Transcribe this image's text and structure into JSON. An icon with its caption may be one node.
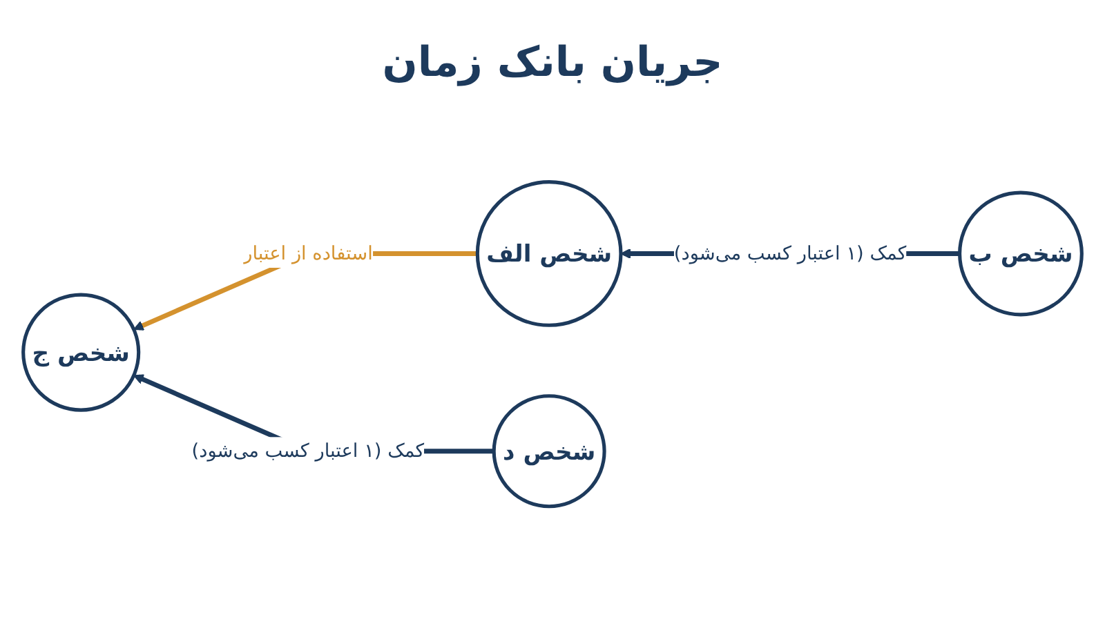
{
  "diagram": {
    "title": "جریان بانک زمان",
    "nodes": [
      {
        "text": [
          "شخص ب"
        ]
      },
      {
        "text": [
          "شخص الف"
        ]
      },
      {
        "text": [
          "شخص ج"
        ]
      },
      {
        "text": [
          "شخص د"
        ]
      }
    ],
    "edges": [
      {
        "from": 0,
        "to": 1,
        "arrow": "to",
        "label": "کمک (۱ اعتبار کسب می‌شود)"
      },
      {
        "from": 1,
        "to": 2,
        "arrow": "to",
        "label": "استفاده از اعتبار",
        "color": "#d4922e"
      },
      {
        "from": 3,
        "to": 2,
        "arrow": "to",
        "label": "کمک (۱ اعتبار کسب می‌شود)"
      }
    ]
  }
}
